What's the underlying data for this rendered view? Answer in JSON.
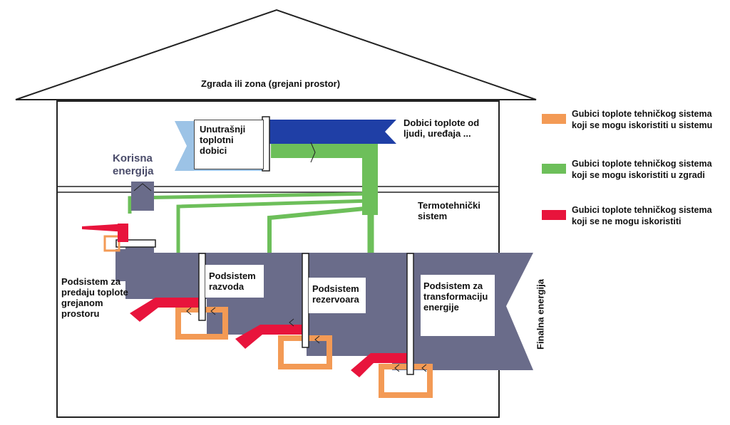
{
  "building": {
    "title": "Zgrada ili zona (grejani prostor)",
    "useful_energy": "Korisna\nenergija",
    "internal_gains": "Unutrašnji\ntoplotni\ndobici",
    "gains_from_people": "Dobici toplote od\nljudi, uređaja ...",
    "thermo_system": "Termotehnički\nsistem",
    "final_energy": "Finalna energija"
  },
  "subsystems": {
    "emission": "Podsistem za\npredaju toplote\ngrejanom\nprostoru",
    "distribution": "Podsistem\nrazvoda",
    "storage": "Podsistem\nrezervoara",
    "generation": "Podsistem za\ntransformaciju\nenergije"
  },
  "legend": [
    {
      "text": "Gubici toplote tehničkog sistema\nkoji se mogu iskoristiti u sistemu",
      "color": "#f39a55"
    },
    {
      "text": "Gubici toplote tehničkog sistema\nkoji se mogu iskoristiti u zgradi",
      "color": "#6dbf5a"
    },
    {
      "text": "Gubici toplote tehničkog sistema\nkoji se ne mogu iskoristiti",
      "color": "#e8143c"
    }
  ],
  "colors": {
    "energy_flow": "#6a6c8a",
    "gains_blue": "#1f3fa6",
    "internal_light_blue": "#9cc3e6",
    "green": "#6dbf5a",
    "orange": "#f39a55",
    "red": "#e8143c"
  }
}
